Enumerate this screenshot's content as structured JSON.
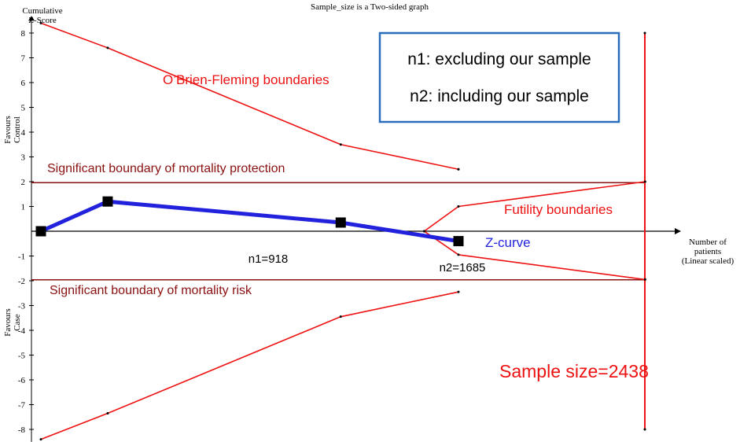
{
  "chart_data": {
    "type": "line",
    "title": "Sample_size is a Two-sided graph",
    "ylabel_line1": "Cumulative",
    "ylabel_line2": "Z-Score",
    "xlabel_line1": "Number of",
    "xlabel_line2": "patients",
    "xlabel_line3": "(Linear scaled)",
    "ylim": [
      -8.5,
      8.5
    ],
    "yticks": [
      {
        "value": 8,
        "label": "8"
      },
      {
        "value": 7,
        "label": "7"
      },
      {
        "value": 6,
        "label": "6"
      },
      {
        "value": 5,
        "label": "5"
      },
      {
        "value": 4,
        "label": "4"
      },
      {
        "value": 3,
        "label": "3"
      },
      {
        "value": 2,
        "label": "2"
      },
      {
        "value": 1,
        "label": "1"
      },
      {
        "value": -1,
        "label": "-1"
      },
      {
        "value": -2,
        "label": "-2"
      },
      {
        "value": -3,
        "label": "-3"
      },
      {
        "value": -4,
        "label": "-4"
      },
      {
        "value": -5,
        "label": "-5"
      },
      {
        "value": -6,
        "label": "-6"
      },
      {
        "value": -7,
        "label": "-7"
      },
      {
        "value": -8,
        "label": "-8"
      }
    ],
    "favours_control_line1": "Favours",
    "favours_control_line2": "Control",
    "favours_case_line1": "Favours",
    "favours_case_line2": "Case",
    "z_curve": {
      "name": "Z-curve",
      "color": "#2222dd",
      "points": [
        {
          "x": 0,
          "y": 0.0
        },
        {
          "x": 0.16,
          "y": 1.2
        },
        {
          "x": 0.718,
          "y": 0.35
        },
        {
          "x": 1.0,
          "y": -0.4
        }
      ]
    },
    "obf_upper": {
      "points": [
        {
          "x": 0,
          "y": 8.4
        },
        {
          "x": 0.16,
          "y": 7.4
        },
        {
          "x": 0.718,
          "y": 3.5
        },
        {
          "x": 1.0,
          "y": 2.5
        },
        {
          "x": 1.0,
          "y": 2.5
        }
      ]
    },
    "obf_lower": {
      "points": [
        {
          "x": 0,
          "y": -8.4
        },
        {
          "x": 0.16,
          "y": -7.35
        },
        {
          "x": 0.718,
          "y": -3.45
        },
        {
          "x": 1.0,
          "y": -2.45
        }
      ]
    },
    "futility_upper": {
      "points": [
        {
          "x": 0.918,
          "y": 0.0
        },
        {
          "x": 1.0,
          "y": 1.0
        },
        {
          "x": 1.447,
          "y": 2.0
        }
      ]
    },
    "futility_lower": {
      "points": [
        {
          "x": 0.918,
          "y": 0.0
        },
        {
          "x": 1.0,
          "y": -0.95
        },
        {
          "x": 1.447,
          "y": -1.95
        }
      ]
    },
    "boundary_upper_y": 1.96,
    "boundary_lower_y": -1.96,
    "labels": {
      "obf": "O’Brien-Fleming boundaries",
      "protection": "Significant boundary of mortality protection",
      "risk": "Significant boundary of mortality risk",
      "futility": "Futility boundaries",
      "zcurve": "Z-curve",
      "n1": "n1=918",
      "n2": "n2=1685",
      "sample_size": "Sample size=2438"
    },
    "legend_box": {
      "line1": "n1: excluding our sample",
      "line2": "n2: including our sample",
      "border_color": "#2a6ebb"
    },
    "colors": {
      "boundary": "#ee1111",
      "dark_red": "#8b1010",
      "axis": "#000000",
      "zcurve": "#2222dd"
    }
  }
}
